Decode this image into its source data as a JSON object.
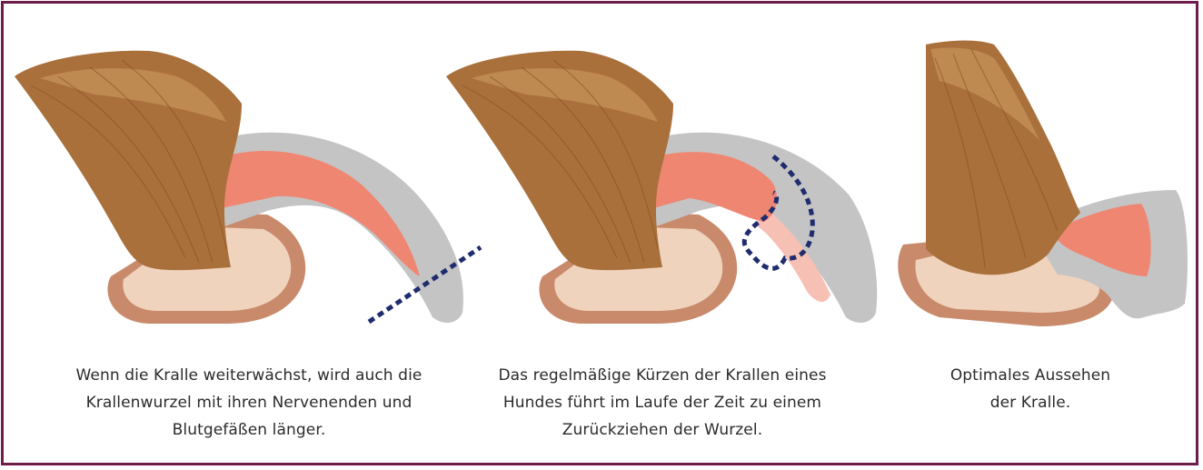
{
  "colors": {
    "border": "#6e1d4a",
    "claw_shell": "#c4c4c4",
    "quick": "#ef8672",
    "quick_receded": "#f6c0b4",
    "pad": "#f0d3bd",
    "pad_outline": "#c98a6c",
    "fur": "#a9703b",
    "cut_line": "#1f2c6e"
  },
  "panels": [
    {
      "id": "overgrown",
      "caption_lines": [
        "Wenn die Kralle weiterwächst, wird auch die",
        "Krallenwurzel mit ihren Nervenenden und",
        "Blutgefäßen länger."
      ]
    },
    {
      "id": "trimmed",
      "caption_lines": [
        "Das regelmäßige Kürzen der Krallen eines",
        "Hundes führt im Laufe der Zeit zu einem",
        "Zurückziehen der Wurzel."
      ]
    },
    {
      "id": "optimal",
      "caption_lines": [
        "Optimales Aussehen",
        "der Kralle."
      ]
    }
  ]
}
